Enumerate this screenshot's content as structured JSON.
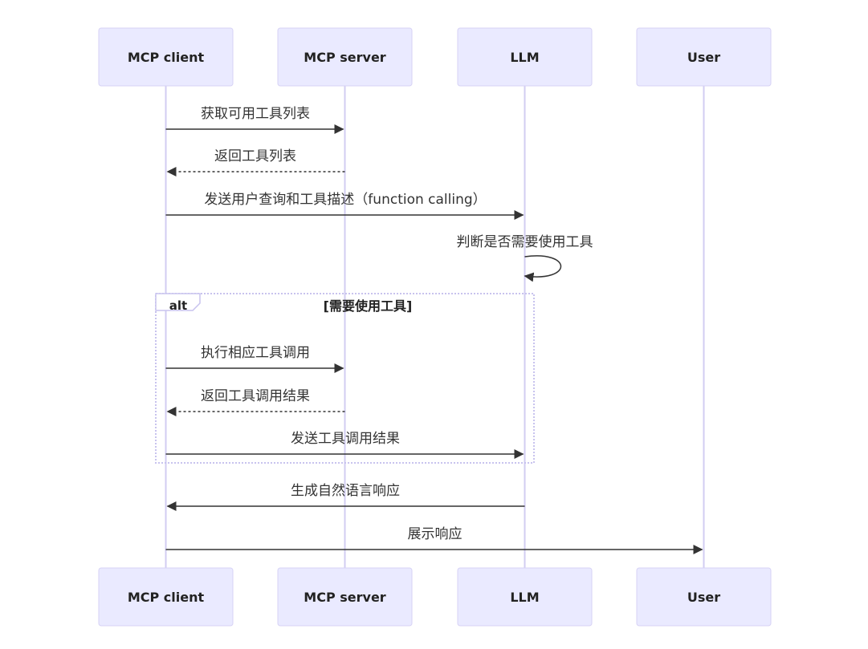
{
  "participants": [
    {
      "id": "client",
      "label": "MCP client"
    },
    {
      "id": "server",
      "label": "MCP server"
    },
    {
      "id": "llm",
      "label": "LLM"
    },
    {
      "id": "user",
      "label": "User"
    }
  ],
  "messages": [
    {
      "from": "client",
      "to": "server",
      "text": "获取可用工具列表",
      "style": "solid"
    },
    {
      "from": "server",
      "to": "client",
      "text": "返回工具列表",
      "style": "dashed"
    },
    {
      "from": "client",
      "to": "llm",
      "text": "发送用户查询和工具描述（function calling）",
      "style": "solid"
    },
    {
      "from": "llm",
      "to": "llm",
      "text": "判断是否需要使用工具",
      "style": "self"
    },
    {
      "from": "client",
      "to": "server",
      "text": "执行相应工具调用",
      "style": "solid"
    },
    {
      "from": "server",
      "to": "client",
      "text": "返回工具调用结果",
      "style": "dashed"
    },
    {
      "from": "client",
      "to": "llm",
      "text": "发送工具调用结果",
      "style": "solid"
    },
    {
      "from": "llm",
      "to": "client",
      "text": "生成自然语言响应",
      "style": "solid"
    },
    {
      "from": "client",
      "to": "user",
      "text": "展示响应",
      "style": "solid"
    }
  ],
  "alt_block": {
    "label": "alt",
    "condition": "[需要使用工具]"
  },
  "colors": {
    "actor_fill": "#eaeaff",
    "actor_stroke": "#d7d2f5",
    "lifeline": "#d2cdf2",
    "message": "#333333"
  }
}
